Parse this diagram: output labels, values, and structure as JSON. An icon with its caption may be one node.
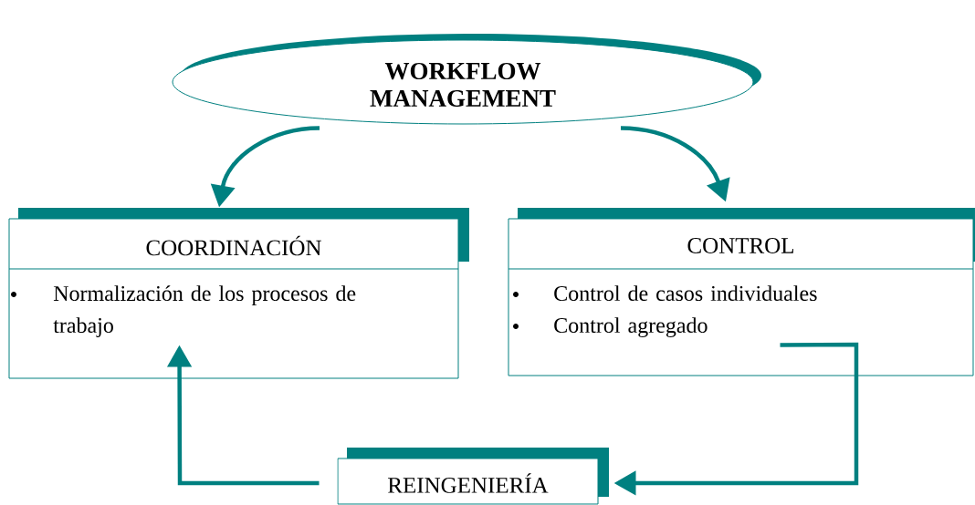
{
  "diagram": {
    "nodes": [
      {
        "text": [
          "WORKFLOW MANAGEMENT"
        ]
      },
      {
        "text": [
          "COORDINACIÓN",
          "Normalización de los procesos de trabajo"
        ]
      },
      {
        "text": [
          "CONTROL",
          "Control de casos individuales",
          "Control agregado"
        ]
      },
      {
        "text": [
          "REINGENIERÍA"
        ]
      }
    ],
    "edges": [
      {
        "from": 0,
        "to": 1,
        "arrow": "to"
      },
      {
        "from": 0,
        "to": 2,
        "arrow": "to"
      },
      {
        "from": 2,
        "to": 3,
        "arrow": "to"
      },
      {
        "from": 3,
        "to": 1,
        "arrow": "to"
      }
    ]
  }
}
